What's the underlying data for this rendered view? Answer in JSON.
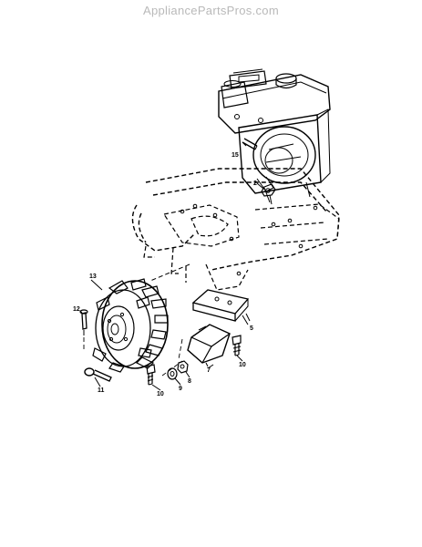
{
  "watermark": "AppliancePartsPros.com",
  "callouts": {
    "c2": "2",
    "c5": "5",
    "c7": "7",
    "c8": "8",
    "c9": "9",
    "c10a": "10",
    "c10b": "10",
    "c11": "11",
    "c12": "12",
    "c13": "13",
    "c15": "15"
  },
  "colors": {
    "ink": "#000000",
    "watermark": "#b9b9b9",
    "background": "#ffffff"
  }
}
